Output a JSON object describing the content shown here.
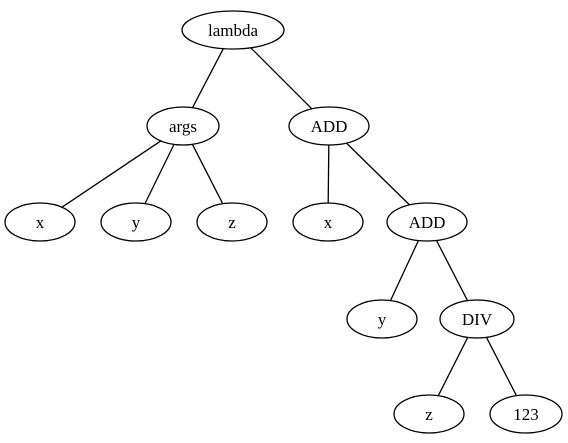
{
  "diagram": {
    "nodes": [
      {
        "id": "n-lambda",
        "label": "lambda"
      },
      {
        "id": "n-args",
        "label": "args"
      },
      {
        "id": "n-add-1",
        "label": "ADD"
      },
      {
        "id": "n-x-1",
        "label": "x"
      },
      {
        "id": "n-y-1",
        "label": "y"
      },
      {
        "id": "n-z-1",
        "label": "z"
      },
      {
        "id": "n-x-2",
        "label": "x"
      },
      {
        "id": "n-add-2",
        "label": "ADD"
      },
      {
        "id": "n-y-2",
        "label": "y"
      },
      {
        "id": "n-div",
        "label": "DIV"
      },
      {
        "id": "n-z-2",
        "label": "z"
      },
      {
        "id": "n-123",
        "label": "123"
      }
    ],
    "edges": [
      {
        "from": "n-lambda",
        "to": "n-args"
      },
      {
        "from": "n-lambda",
        "to": "n-add-1"
      },
      {
        "from": "n-args",
        "to": "n-x-1"
      },
      {
        "from": "n-args",
        "to": "n-y-1"
      },
      {
        "from": "n-args",
        "to": "n-z-1"
      },
      {
        "from": "n-add-1",
        "to": "n-x-2"
      },
      {
        "from": "n-add-1",
        "to": "n-add-2"
      },
      {
        "from": "n-add-2",
        "to": "n-y-2"
      },
      {
        "from": "n-add-2",
        "to": "n-div"
      },
      {
        "from": "n-div",
        "to": "n-z-2"
      },
      {
        "from": "n-div",
        "to": "n-123"
      }
    ]
  }
}
